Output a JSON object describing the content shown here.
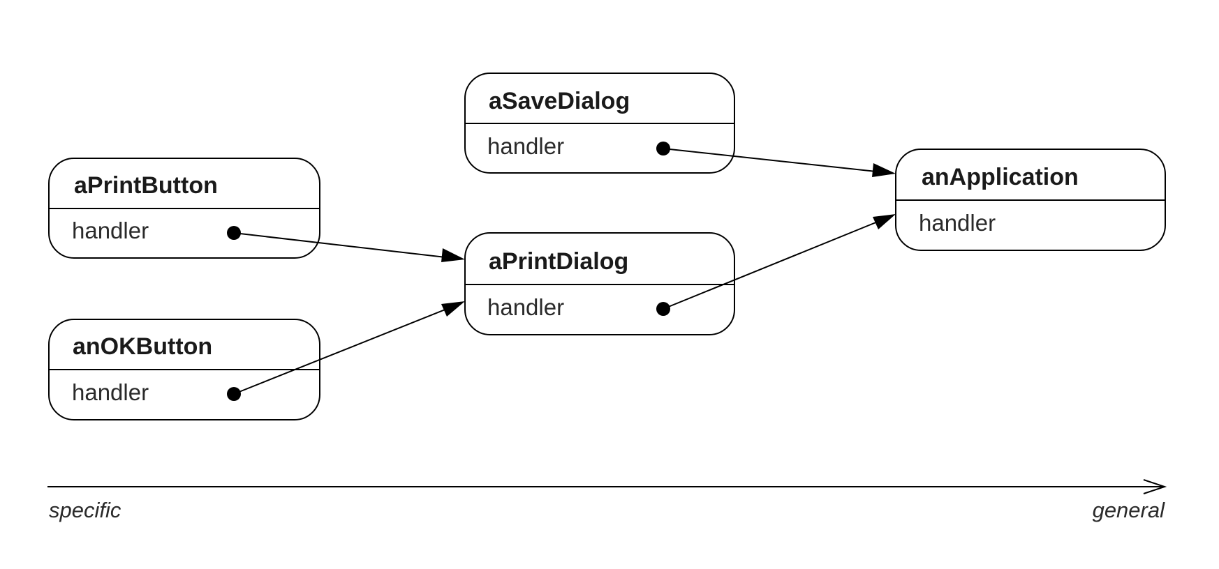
{
  "objects": {
    "aPrintButton": {
      "name": "aPrintButton",
      "field": "handler"
    },
    "anOKButton": {
      "name": "anOKButton",
      "field": "handler"
    },
    "aSaveDialog": {
      "name": "aSaveDialog",
      "field": "handler"
    },
    "aPrintDialog": {
      "name": "aPrintDialog",
      "field": "handler"
    },
    "anApplication": {
      "name": "anApplication",
      "field": "handler"
    }
  },
  "links": [
    {
      "from": "aPrintButton",
      "to": "aPrintDialog"
    },
    {
      "from": "anOKButton",
      "to": "aPrintDialog"
    },
    {
      "from": "aSaveDialog",
      "to": "anApplication"
    },
    {
      "from": "aPrintDialog",
      "to": "anApplication"
    }
  ],
  "axis": {
    "left_label": "specific",
    "right_label": "general"
  }
}
